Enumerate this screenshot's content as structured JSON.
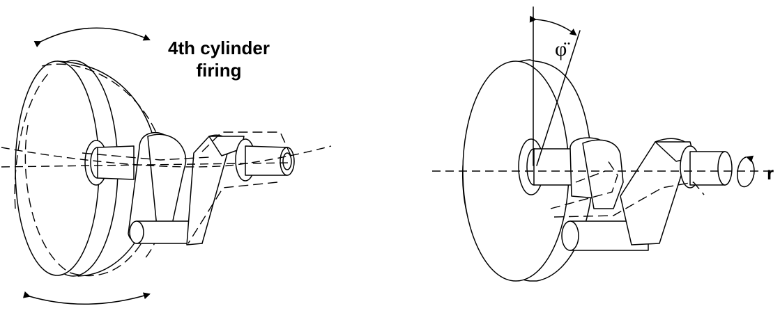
{
  "left_panel": {
    "label_line1": "4th cylinder",
    "label_line2": "firing"
  },
  "right_panel": {
    "angle_symbol": "φ̈",
    "edge_label": "r"
  }
}
